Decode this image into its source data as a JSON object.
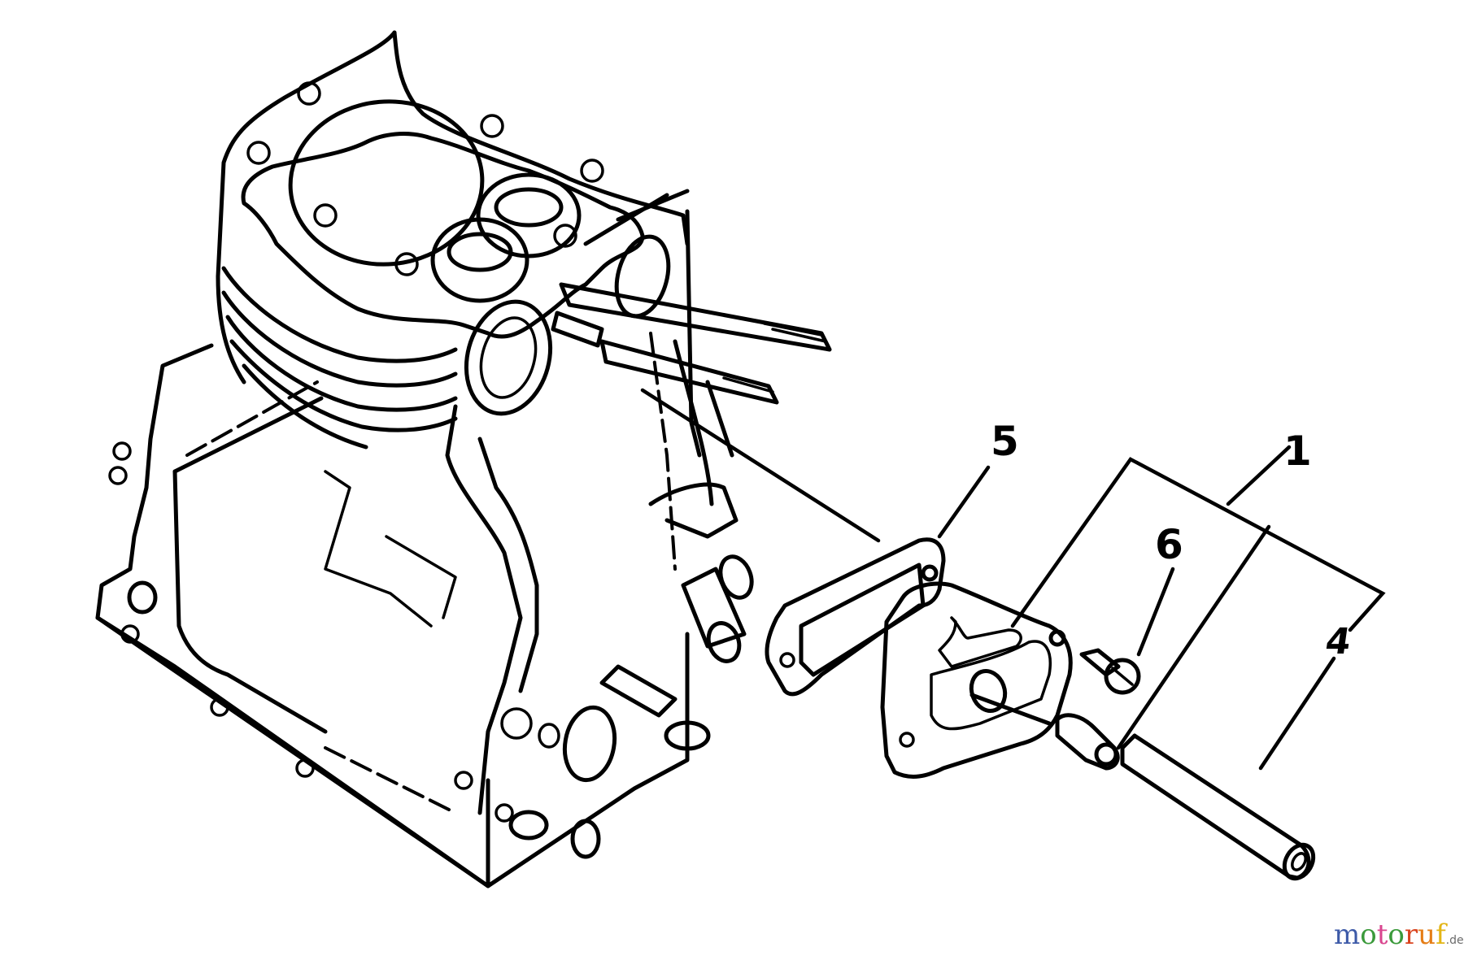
{
  "diagram": {
    "title": "",
    "subject": "Engine crankcase / cylinder block with crankcase breather assembly (exploded view)",
    "parts": [
      {
        "number": "1",
        "description": "breather assembly (bracket grouping cover, valve, tube)"
      },
      {
        "number": "4",
        "description": "breather tube"
      },
      {
        "number": "5",
        "description": "breather gasket"
      },
      {
        "number": "6",
        "description": "screw / bolt"
      }
    ],
    "labels": {
      "part_1": "1",
      "part_4": "4",
      "part_5": "5",
      "part_6": "6"
    },
    "line_color": "#000000",
    "background_color": "#ffffff"
  },
  "watermark": {
    "letters": [
      {
        "char": "m",
        "color": "#3d5aa8"
      },
      {
        "char": "o",
        "color": "#3b9a3b"
      },
      {
        "char": "t",
        "color": "#d9468f"
      },
      {
        "char": "o",
        "color": "#3b9a3b"
      },
      {
        "char": "r",
        "color": "#d9431e"
      },
      {
        "char": "u",
        "color": "#e57d16"
      },
      {
        "char": "f",
        "color": "#e3b515"
      }
    ],
    "tld": ".de"
  }
}
